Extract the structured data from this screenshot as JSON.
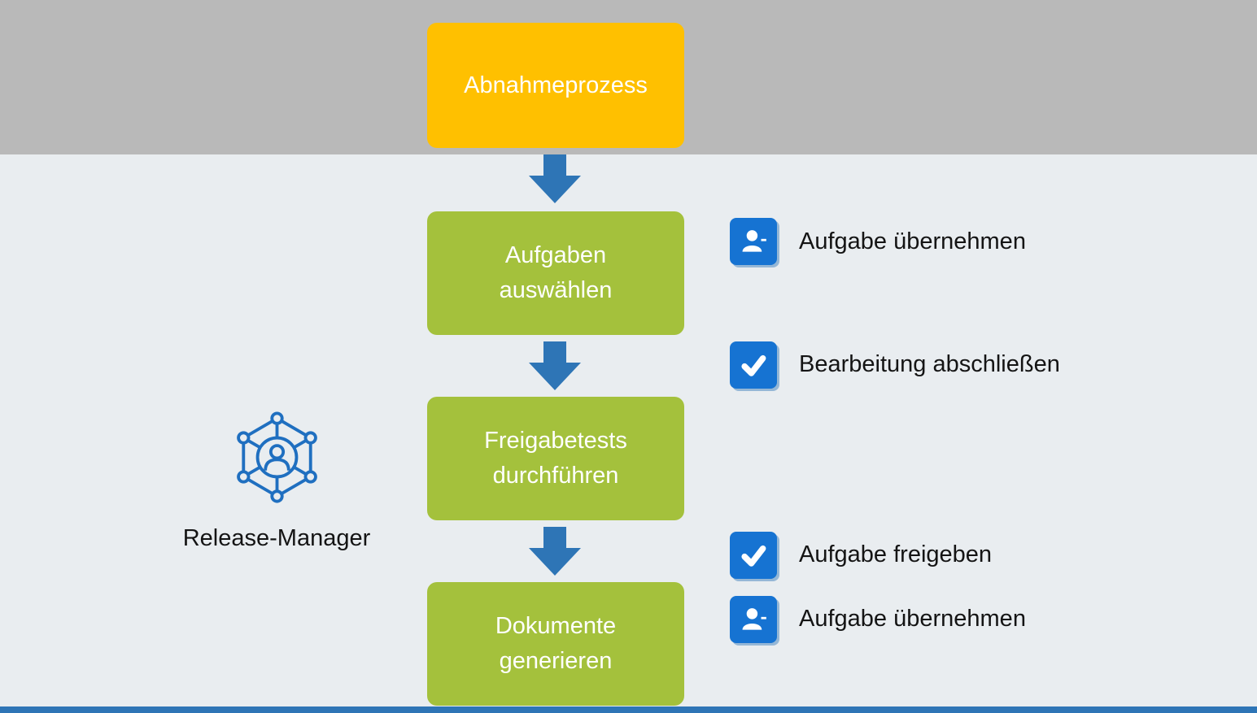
{
  "colors": {
    "top_band": "#b9b9b9",
    "body_background": "#e9edf0",
    "start_node": "#ffc000",
    "step_node": "#a4c13c",
    "arrow": "#2e75b6",
    "badge": "#1673d2",
    "bottom_bar": "#2e75b6",
    "text_dark": "#141414",
    "text_light": "#ffffff"
  },
  "flow": {
    "start": {
      "label": "Abnahmeprozess"
    },
    "steps": [
      {
        "label": "Aufgaben auswählen"
      },
      {
        "label": "Freigabetests durchführen"
      },
      {
        "label": "Dokumente generieren"
      }
    ]
  },
  "actor": {
    "label": "Release-Manager",
    "icon": "network-person-icon"
  },
  "annotations": [
    {
      "icon": "assign-person-icon",
      "label": "Aufgabe übernehmen"
    },
    {
      "icon": "check-icon",
      "label": "Bearbeitung abschließen"
    },
    {
      "icon": "check-icon",
      "label": "Aufgabe freigeben"
    },
    {
      "icon": "assign-person-icon",
      "label": "Aufgabe übernehmen"
    }
  ]
}
